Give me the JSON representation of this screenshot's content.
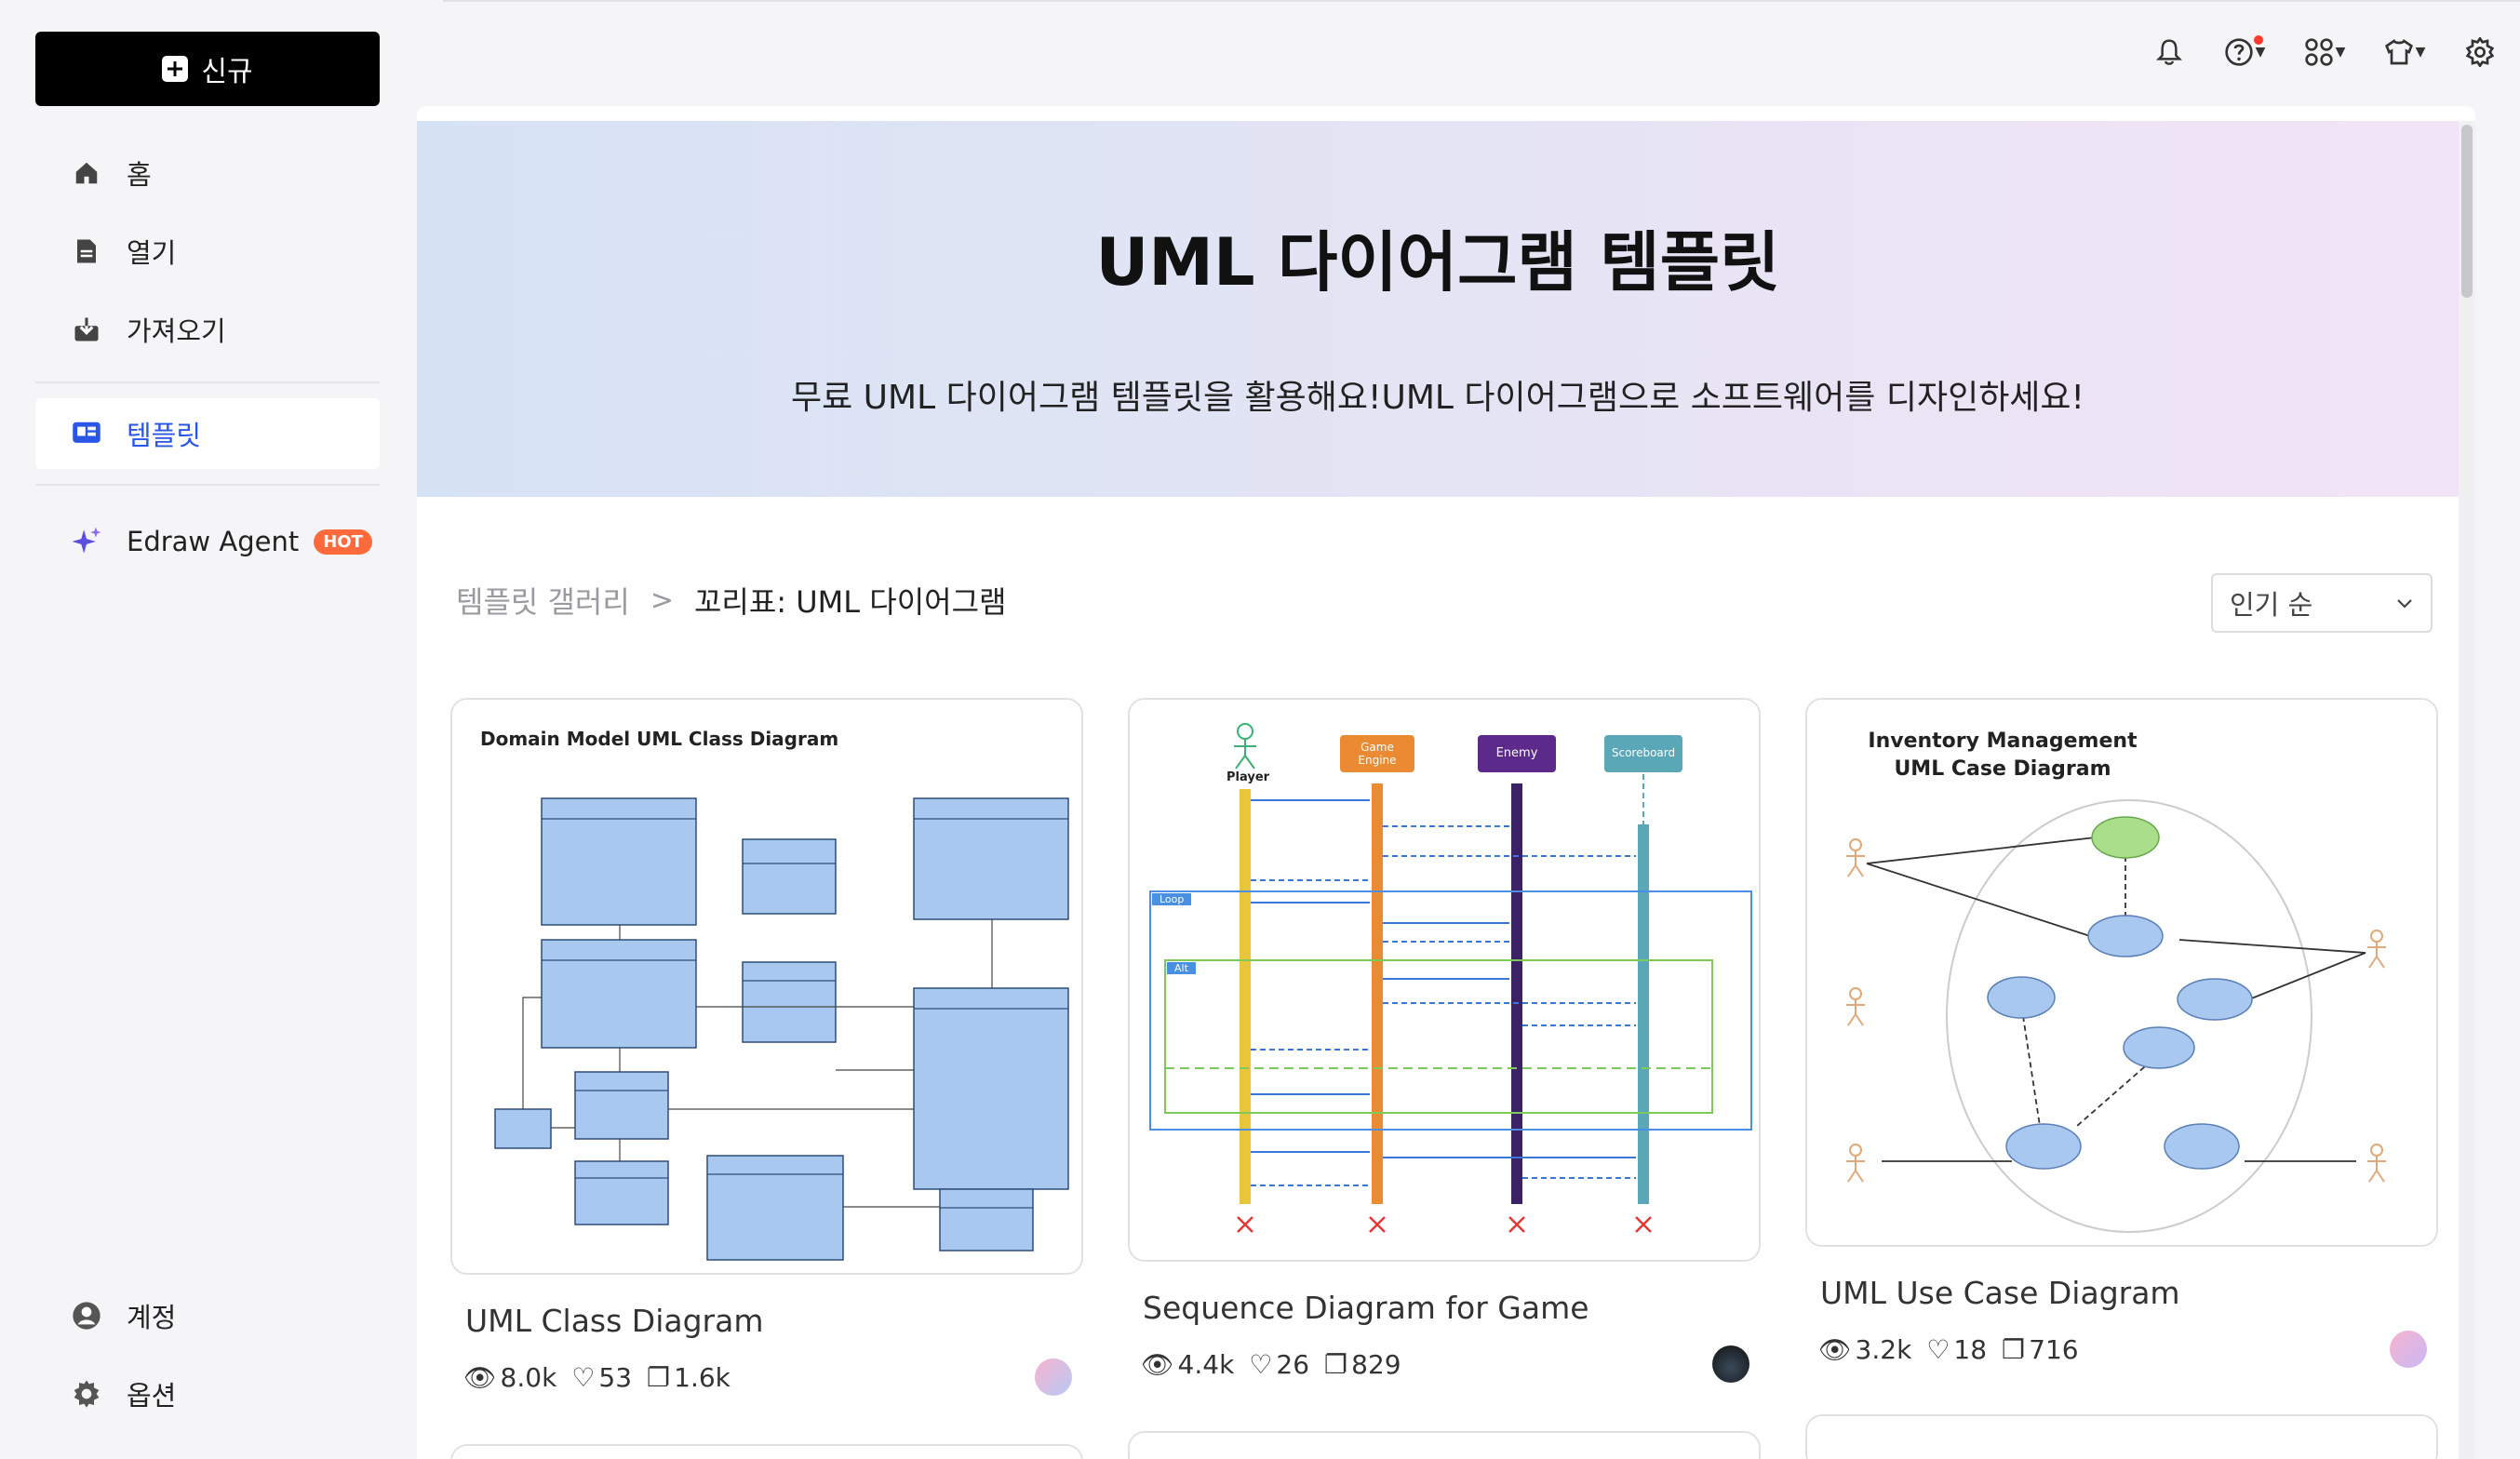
{
  "sidebar": {
    "new_label": "신규",
    "items": [
      {
        "label": "홈",
        "icon": "home-icon"
      },
      {
        "label": "열기",
        "icon": "document-icon"
      },
      {
        "label": "가져오기",
        "icon": "import-icon"
      },
      {
        "label": "템플릿",
        "icon": "template-icon"
      },
      {
        "label": "Edraw Agent",
        "icon": "sparkle-icon"
      }
    ],
    "hot_badge": "HOT",
    "bottom": [
      {
        "label": "계정",
        "icon": "account-icon"
      },
      {
        "label": "옵션",
        "icon": "settings-icon"
      }
    ]
  },
  "hero": {
    "title": "UML 다이어그램 템플릿",
    "subtitle": "무료 UML 다이어그램 템플릿을 활용해요!UML 다이어그램으로 소프트웨어를 디자인하세요!"
  },
  "breadcrumb": {
    "root": "템플릿 갤러리",
    "separator": ">",
    "current": "꼬리표: UML 다이어그램"
  },
  "sort": {
    "selected": "인기 순"
  },
  "cards": [
    {
      "title": "UML Class Diagram",
      "thumb_title": "Domain Model UML Class Diagram",
      "views": "8.0k",
      "likes": "53",
      "copies": "1.6k"
    },
    {
      "title": "Sequence Diagram for Game",
      "thumb_labels": {
        "player": "Player",
        "engine": "Game Engine",
        "enemy": "Enemy",
        "scoreboard": "Scoreboard",
        "loop": "Loop",
        "alt": "Alt"
      },
      "views": "4.4k",
      "likes": "26",
      "copies": "829"
    },
    {
      "title": "UML Use Case Diagram",
      "thumb_title": "Inventory Management UML Case Diagram",
      "views": "3.2k",
      "likes": "18",
      "copies": "716"
    }
  ],
  "colors": {
    "accent": "#2a56e8",
    "hot": "#ff6a3d",
    "uml_box": "#a9c8ef",
    "seq_player": "#e8c53a",
    "seq_engine": "#ea8a33",
    "seq_enemy": "#5b2a8a",
    "seq_scoreboard": "#5aa7b7"
  }
}
